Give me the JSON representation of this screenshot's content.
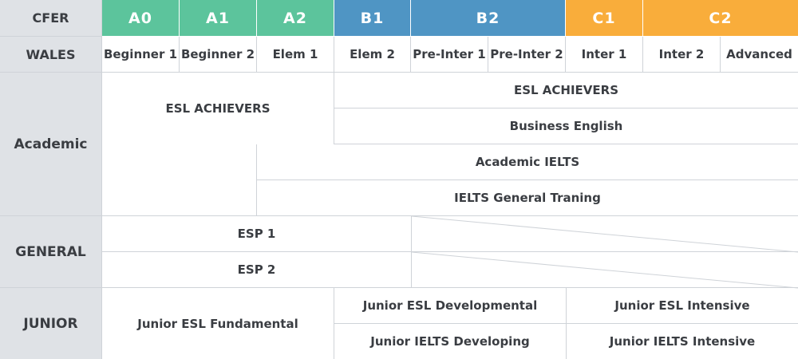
{
  "colors": {
    "a": "#5cc49c",
    "b": "#4f95c4",
    "c": "#f9ad3b",
    "label_bg": "#dfe2e6",
    "grid_line": "#cfd3d8"
  },
  "header": {
    "cfer": "CFER",
    "wales": "WALES",
    "levels": [
      {
        "label": "A0",
        "group": "a"
      },
      {
        "label": "A1",
        "group": "a"
      },
      {
        "label": "A2",
        "group": "a"
      },
      {
        "label": "B1",
        "group": "b"
      },
      {
        "label": "B2",
        "group": "b"
      },
      {
        "label": "C1",
        "group": "c"
      },
      {
        "label": "C2",
        "group": "c"
      }
    ],
    "sublevels": [
      "Beginner 1",
      "Beginner 2",
      "Elem 1",
      "Elem 2",
      "Pre-Inter 1",
      "Pre-Inter 2",
      "Inter 1",
      "Inter 2",
      "Advanced"
    ]
  },
  "academic": {
    "label": "Academic",
    "esl_achievers_lower": "ESL ACHIEVERS",
    "esl_achievers_upper": "ESL ACHIEVERS",
    "business_english": "Business English",
    "academic_ielts": "Academic IELTS",
    "ielts_general": "IELTS General Traning"
  },
  "general": {
    "label": "GENERAL",
    "esp1": "ESP 1",
    "esp2": "ESP 2"
  },
  "junior": {
    "label": "JUNIOR",
    "fundamental": "Junior ESL Fundamental",
    "developmental": "Junior ESL Developmental",
    "esl_intensive": "Junior ESL Intensive",
    "ielts_developing": "Junior IELTS Developing",
    "ielts_intensive": "Junior IELTS Intensive"
  }
}
